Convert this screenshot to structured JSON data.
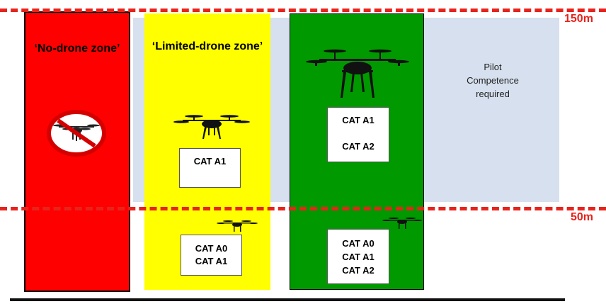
{
  "altitudes": {
    "upper": "150m",
    "lower": "50m"
  },
  "zones": {
    "no_drone": {
      "title": "‘No-drone zone’",
      "color": "#ff0000"
    },
    "limited_drone": {
      "title": "‘Limited-drone zone’",
      "color": "#ffff00"
    },
    "open": {
      "color": "#009900"
    }
  },
  "boxes": {
    "yellow_upper": {
      "line1": "CAT A1"
    },
    "yellow_lower": {
      "line1": "CAT A0",
      "line2": "CAT A1"
    },
    "green_upper": {
      "line1": "CAT A1",
      "line2": "CAT A2"
    },
    "green_lower": {
      "line1": "CAT A0",
      "line2": "CAT A1",
      "line3": "CAT A2"
    }
  },
  "pilot_note": {
    "line1": "Pilot",
    "line2": "Competence",
    "line3": "required"
  },
  "colors": {
    "band": "#d6e0ee",
    "altitude_line": "#e8231c"
  },
  "icons": [
    "no-drone-icon",
    "drone-icon"
  ]
}
